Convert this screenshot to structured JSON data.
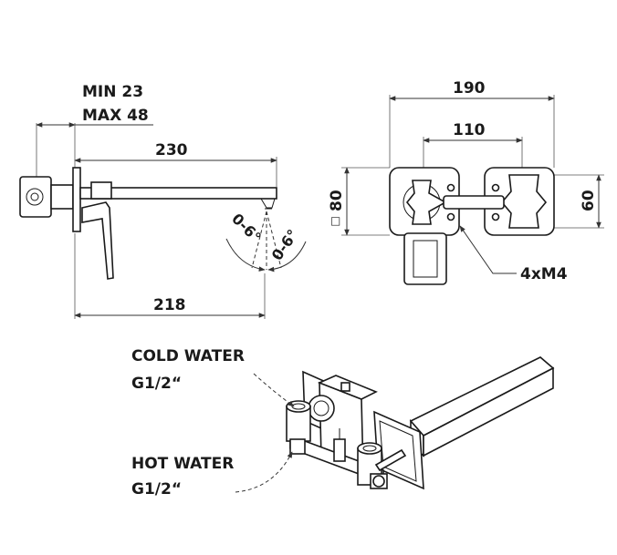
{
  "labels": {
    "min_wall": "MIN 23",
    "max_wall": "MAX 48",
    "dim_230": "230",
    "dim_218": "218",
    "angle_left": "0-6°",
    "angle_right": "0-6°",
    "dim_190": "190",
    "dim_110": "110",
    "dim_80": "80",
    "square_symbol": "□",
    "dim_60": "60",
    "screws": "4xM4",
    "cold_water": "COLD WATER",
    "cold_thread": "G1/2“",
    "hot_water": "HOT WATER",
    "hot_thread": "G1/2“"
  }
}
